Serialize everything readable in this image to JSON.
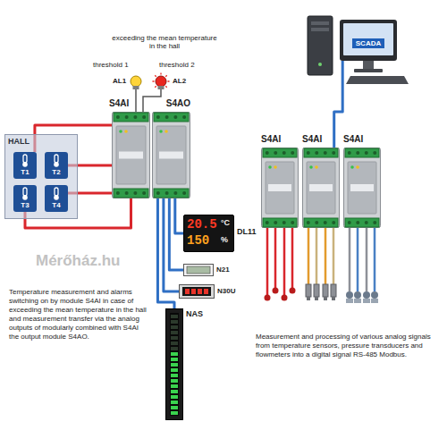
{
  "diagram": {
    "nodes": [
      {
        "text": [
          "HALL"
        ]
      },
      {
        "text": [
          "T1"
        ],
        "in": 0
      },
      {
        "text": [
          "T2"
        ],
        "in": 0
      },
      {
        "text": [
          "T3"
        ],
        "in": 0
      },
      {
        "text": [
          "T4"
        ],
        "in": 0
      },
      {
        "text": [
          "S4AI"
        ]
      },
      {
        "text": [
          "S4AO"
        ]
      },
      {
        "text": [
          "20.5",
          "°C",
          "150",
          "%",
          "DL11"
        ]
      },
      {
        "text": [
          "N21"
        ]
      },
      {
        "text": [
          "N30U"
        ]
      },
      {
        "text": [
          "NAS"
        ]
      },
      {
        "text": [
          "SCADA"
        ]
      },
      {
        "text": [
          "S4AI"
        ]
      },
      {
        "text": [
          "S4AI"
        ]
      },
      {
        "text": [
          "S4AI"
        ]
      }
    ],
    "edges": [
      {
        "from": 1,
        "to": 5,
        "arrow": "none"
      },
      {
        "from": 2,
        "to": 5,
        "arrow": "none"
      },
      {
        "from": 3,
        "to": 5,
        "arrow": "none"
      },
      {
        "from": 4,
        "to": 5,
        "arrow": "none"
      },
      {
        "from": 6,
        "to": 7,
        "arrow": "none"
      },
      {
        "from": 6,
        "to": 8,
        "arrow": "none"
      },
      {
        "from": 6,
        "to": 9,
        "arrow": "none"
      },
      {
        "from": 6,
        "to": 10,
        "arrow": "none"
      },
      {
        "from": 11,
        "to": 13,
        "arrow": "none"
      }
    ],
    "labels": [
      "exceeding the mean temperature in the hall",
      "threshold 1",
      "threshold 2",
      "AL1",
      "AL2",
      "Mérőház.hu",
      "Temperature measurement and alarms switching on by module S4AI in case of exceeding the mean temperature in the hall and measurement transfer via the analog outputs of modularly combined with S4AI the output module S4AO.",
      "Measurement and processing of various analog signals from temperature sensors, pressure transducers and flowmeters into a digital signal RS-485 Modbus."
    ]
  }
}
